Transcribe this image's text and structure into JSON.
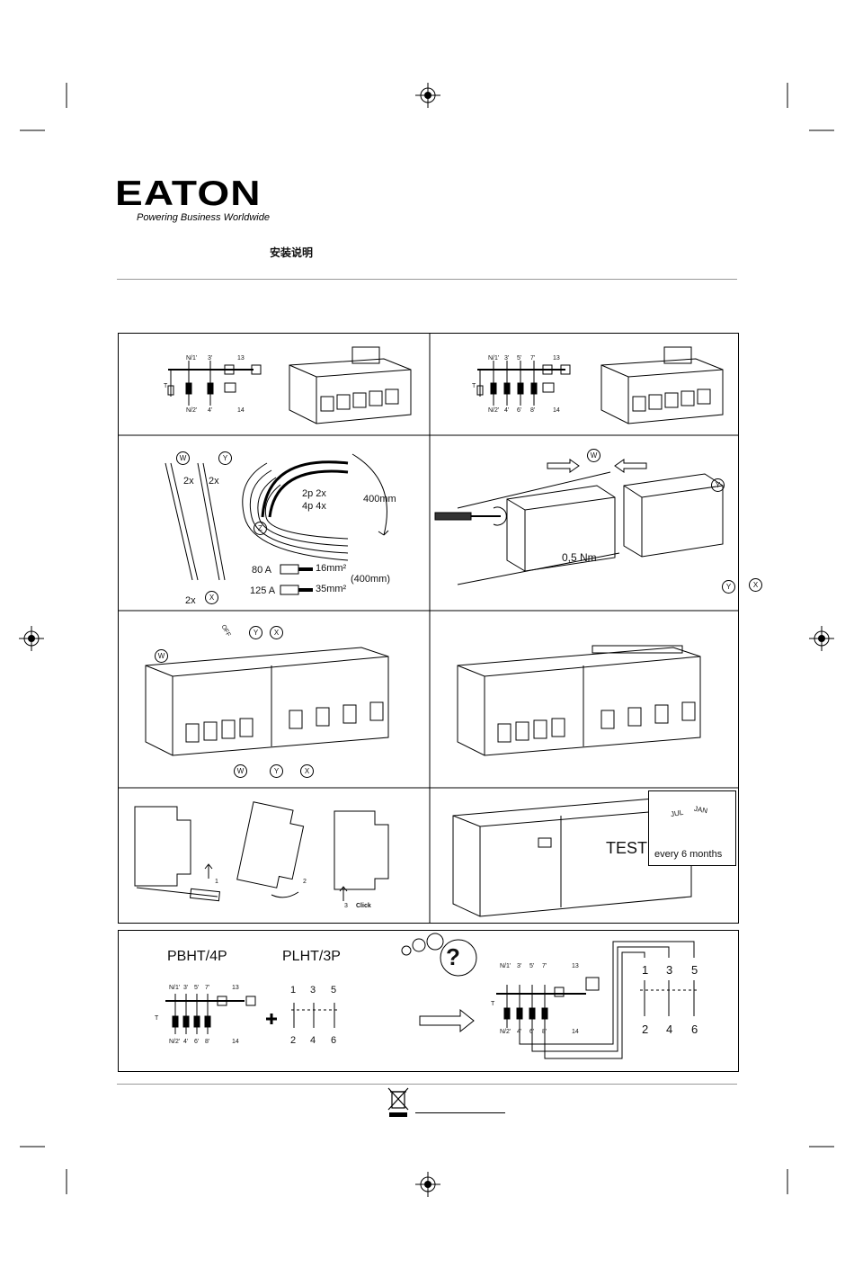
{
  "header": {
    "logo_text": "EATON",
    "tagline": "Powering Business Worldwide",
    "doc_title": "安装说明"
  },
  "panels": {
    "p1_left": {
      "labels": [
        "N/1'",
        "3'",
        "13",
        "N/2'",
        "4'",
        "14",
        "T"
      ]
    },
    "p1_right": {
      "labels": [
        "N/1'",
        "3'",
        "5'",
        "7'",
        "13",
        "N/2'",
        "4'",
        "6'",
        "8'",
        "14",
        "T"
      ]
    },
    "p2_left": {
      "w": "W",
      "y": "Y",
      "x": "X",
      "z": "Z",
      "qty_2x_a": "2x",
      "qty_2x_b": "2x",
      "qty_2x_c": "2x",
      "spec_2p": "2p  2x",
      "spec_4p": "4p  4x",
      "length": "400mm",
      "row80_a": "80 A",
      "row80_mm": "16mm²",
      "row125_a": "125 A",
      "row125_mm": "35mm²",
      "len_paren": "(400mm)"
    },
    "p2_right": {
      "w": "W",
      "y": "Y",
      "x": "X",
      "torque": "0,5 Nm"
    },
    "p3_left": {
      "w": "W",
      "y": "Y",
      "x": "X",
      "off": "OFF"
    },
    "p4_left": {
      "step1": "1",
      "step2": "2",
      "step3": "3",
      "click": "Click"
    },
    "p4_right": {
      "test": "TEST",
      "every": "every 6 months",
      "jul": "JUL",
      "jan": "JAN"
    }
  },
  "bottom": {
    "pbht": "PBHT/4P",
    "plht": "PLHT/3P",
    "question": "?",
    "diag_left": [
      "N/1'",
      "3'",
      "5'",
      "7'",
      "13",
      "N/2'",
      "4'",
      "6'",
      "8'",
      "14",
      "T"
    ],
    "plht_top": [
      "1",
      "3",
      "5"
    ],
    "plht_bot": [
      "2",
      "4",
      "6"
    ],
    "diag_right": [
      "N/1'",
      "3'",
      "5'",
      "7'",
      "13",
      "N/2'",
      "4'",
      "6'",
      "8'",
      "14",
      "T"
    ],
    "right_top": [
      "1",
      "3",
      "5"
    ],
    "right_bot": [
      "2",
      "4",
      "6"
    ]
  }
}
